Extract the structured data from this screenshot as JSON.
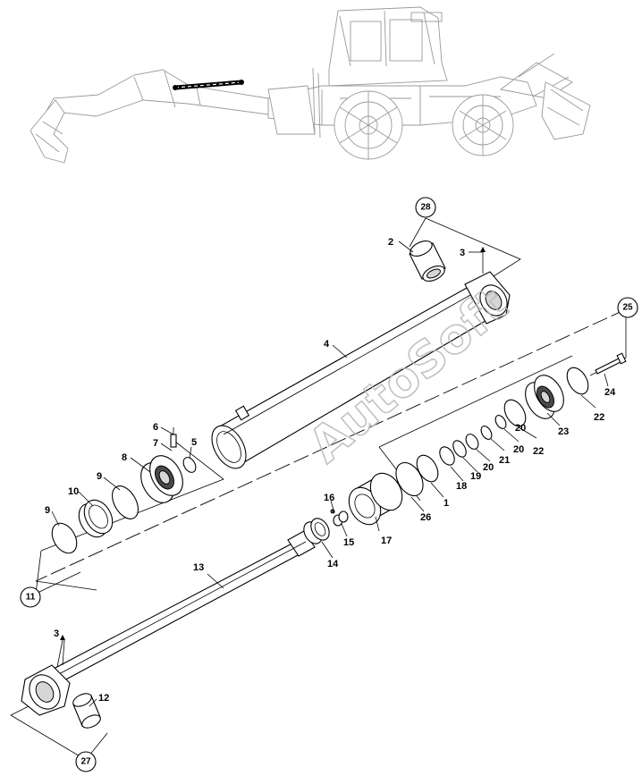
{
  "watermark": "AutoSoft",
  "assembly_bubbles": {
    "b28": "28",
    "b25": "25",
    "b11": "11",
    "b27": "27"
  },
  "callouts": {
    "c1": "1",
    "c2": "2",
    "c3_top": "3",
    "c3_bottom": "3",
    "c4": "4",
    "c5": "5",
    "c6": "6",
    "c7": "7",
    "c8": "8",
    "c9_a": "9",
    "c9_b": "9",
    "c10": "10",
    "c12": "12",
    "c13": "13",
    "c14": "14",
    "c15": "15",
    "c16": "16",
    "c17": "17",
    "c18": "18",
    "c19": "19",
    "c20_a": "20",
    "c20_b": "20",
    "c21": "21",
    "c22_a": "22",
    "c22_b": "22",
    "c23": "23",
    "c24": "24",
    "c26": "26"
  },
  "colors": {
    "line": "#000000",
    "machine_outline": "#9a9a9a",
    "watermark": "#b8b8b8",
    "highlight_cylinder": "#000000"
  }
}
